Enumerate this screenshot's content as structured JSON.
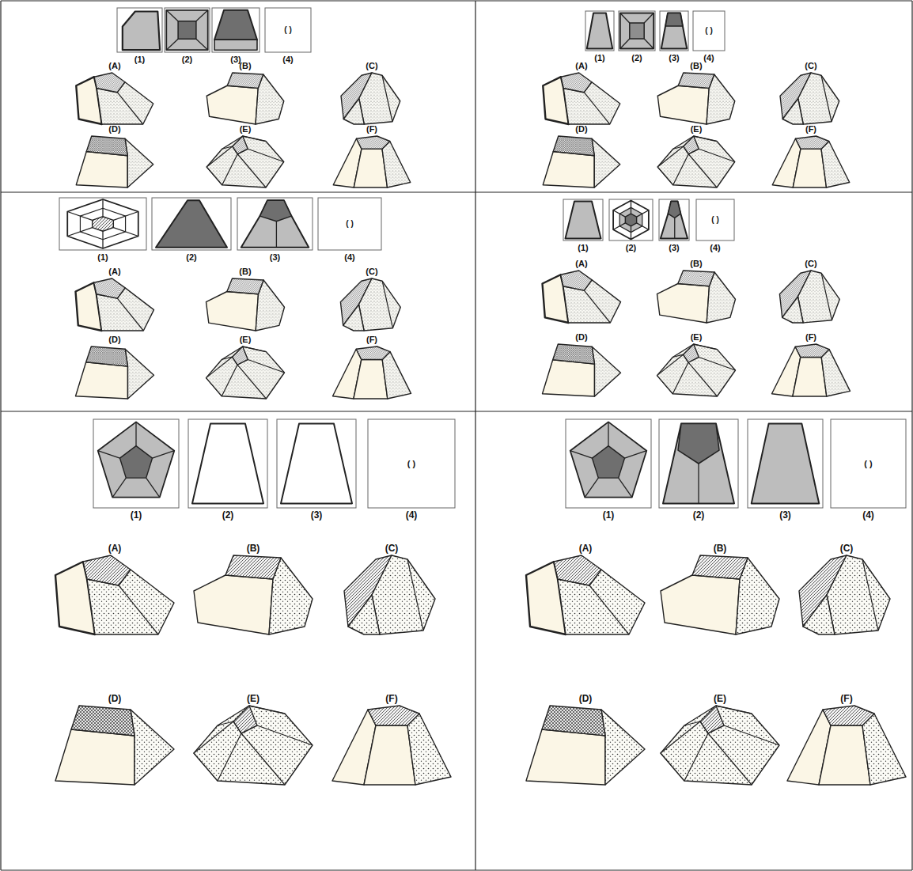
{
  "diagram": {
    "labels": [
      "(1)",
      "(2)",
      "(3)",
      "(4)",
      "( )",
      "(A)",
      "(B)",
      "(C)",
      "(D)",
      "(E)",
      "(F)",
      "(1)",
      "(2)",
      "(3)",
      "(4)",
      "( )",
      "(A)",
      "(B)",
      "(C)",
      "(D)",
      "(E)",
      "(F)",
      "(1)",
      "(2)",
      "(3)",
      "(4)",
      "( )",
      "(A)",
      "(B)",
      "(C)",
      "(D)",
      "(E)",
      "(F)",
      "(1)",
      "(2)",
      "(3)",
      "(4)",
      "( )",
      "(A)",
      "(B)",
      "(C)",
      "(D)",
      "(E)",
      "(F)",
      "(1)",
      "(2)",
      "(3)",
      "(4)",
      "( )",
      "(A)",
      "(B)",
      "(C)",
      "(D)",
      "(E)",
      "(F)",
      "(1)",
      "(2)",
      "(3)",
      "(4)",
      "( )",
      "(A)",
      "(B)",
      "(C)",
      "(D)",
      "(E)",
      "(F)"
    ]
  }
}
